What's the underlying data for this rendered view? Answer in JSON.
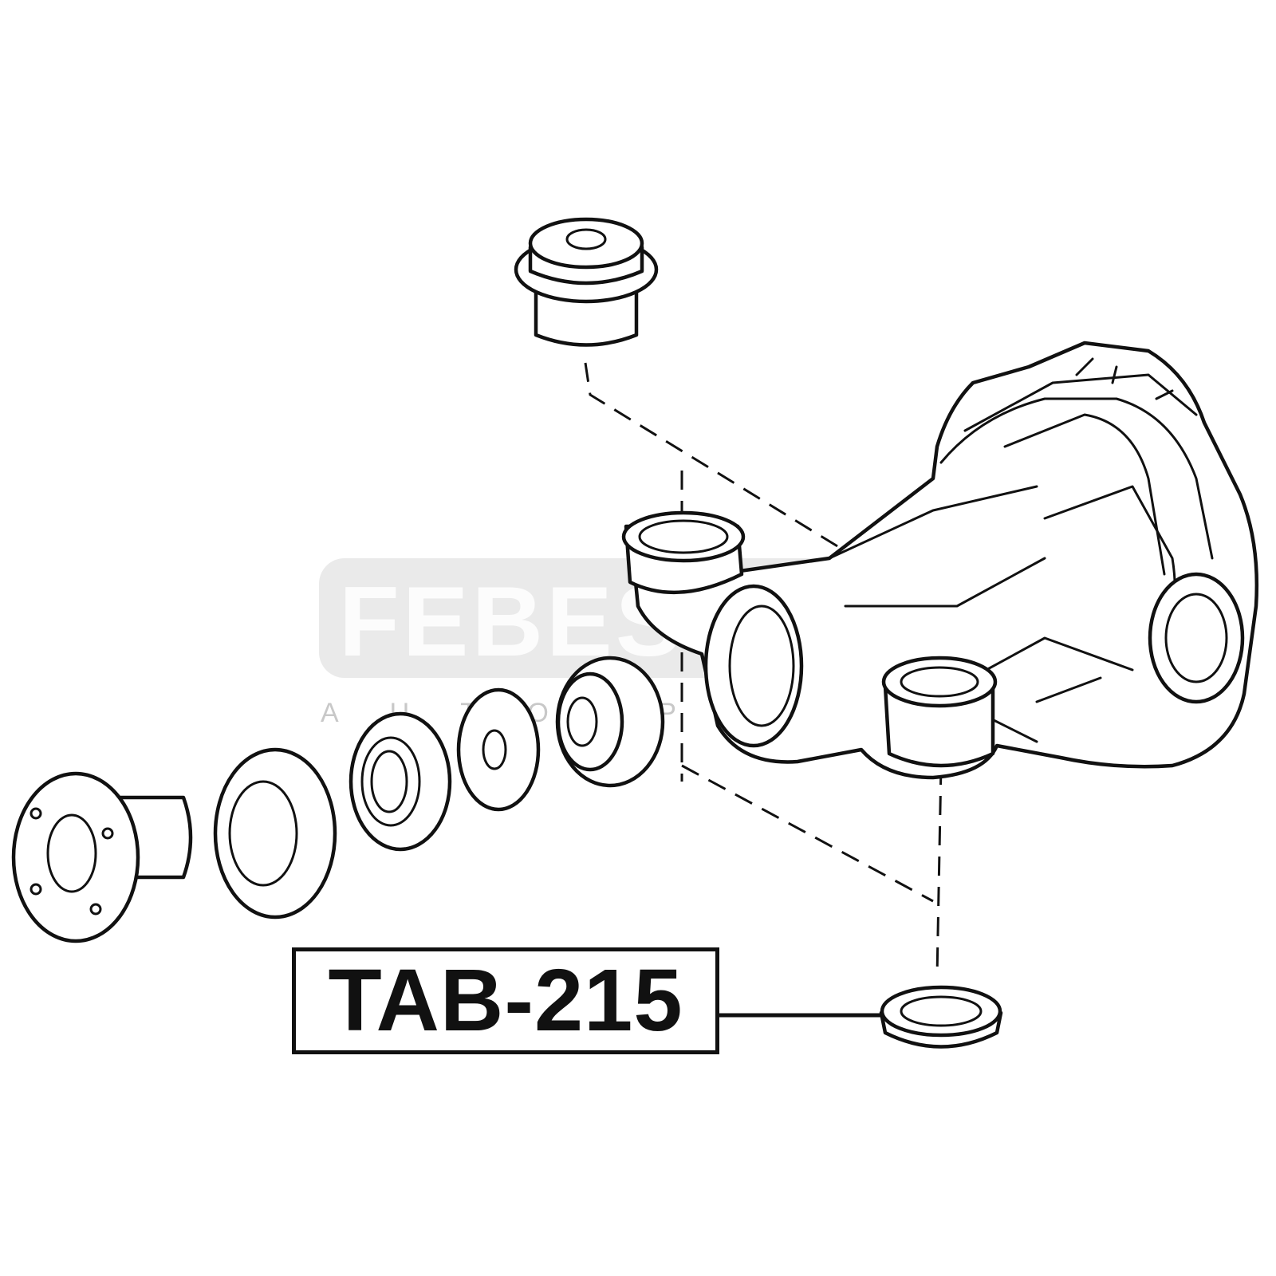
{
  "watermark": {
    "brand": "FEBEST",
    "tagline": "AUTO PARTS"
  },
  "callout": {
    "part_number": "TAB-215"
  },
  "colors": {
    "line": "#111111",
    "background": "#ffffff",
    "watermark_band": "#d8d8d8"
  }
}
